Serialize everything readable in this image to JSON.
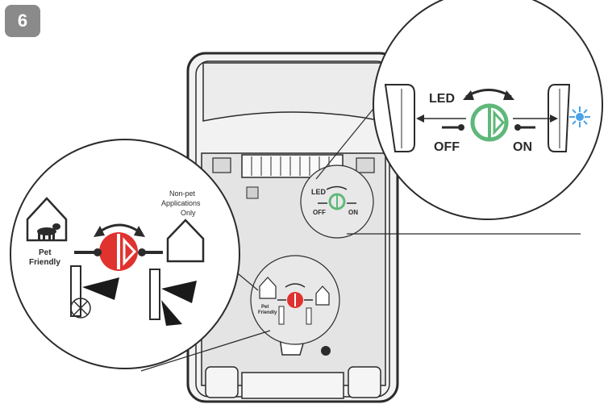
{
  "step": {
    "number": "6"
  },
  "colors": {
    "badge": "#8a8a8a",
    "housing_outline": "#2b2b2b",
    "housing_fill": "#f7f7f7",
    "board_fill": "#e3e3e3",
    "led_switch": "#5fb87a",
    "pet_switch": "#e0322f",
    "led_light": "#4aa3e8"
  },
  "led_callout": {
    "title": "LED",
    "off_label": "OFF",
    "on_label": "ON"
  },
  "pet_callout": {
    "pet_label_line1": "Pet",
    "pet_label_line2": "Friendly",
    "nonpet_line1": "Non-pet",
    "nonpet_line2": "Applications",
    "nonpet_line3": "Only"
  },
  "board_led_switch": {
    "title": "LED",
    "off_label": "OFF",
    "on_label": "ON"
  },
  "board_pet_switch": {
    "pet_label_line1": "Pet",
    "pet_label_line2": "Friendly"
  }
}
